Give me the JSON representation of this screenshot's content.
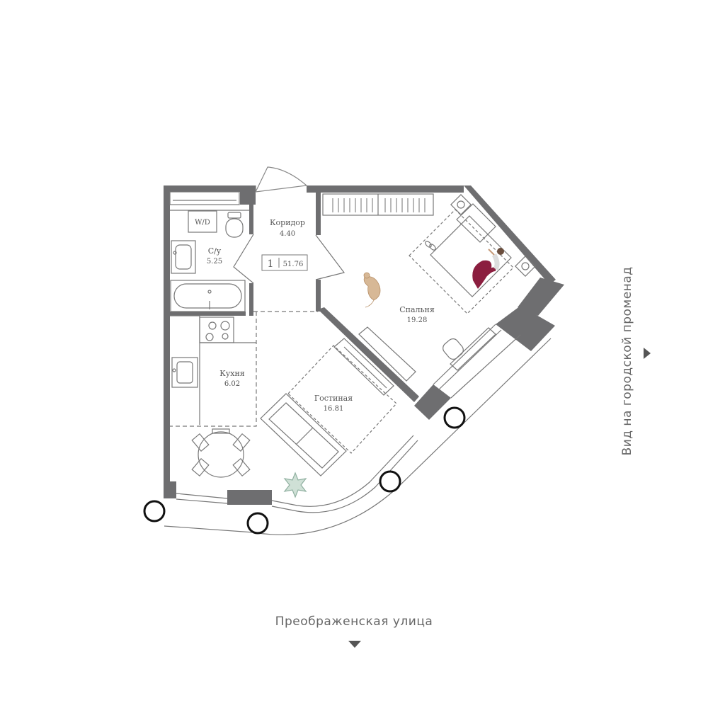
{
  "apartment": {
    "rooms_count": "1",
    "total_area": "51.76"
  },
  "rooms": {
    "corridor": {
      "name": "Коридор",
      "area": "4.40"
    },
    "bathroom": {
      "name": "С/у",
      "area": "5.25"
    },
    "bedroom": {
      "name": "Спальня",
      "area": "19.28"
    },
    "kitchen": {
      "name": "Кухня",
      "area": "6.02"
    },
    "living": {
      "name": "Гостиная",
      "area": "16.81"
    }
  },
  "fixtures": {
    "washer_dryer_label": "W/D"
  },
  "orientation": {
    "street_label": "Преображенская улица",
    "view_label": "Вид на городской променад"
  },
  "colors": {
    "wall": "#6e6e70",
    "line": "#777777",
    "accent_person": "#8b1e3f",
    "pet": "#c8a878",
    "plant": "#8fb0a0"
  }
}
